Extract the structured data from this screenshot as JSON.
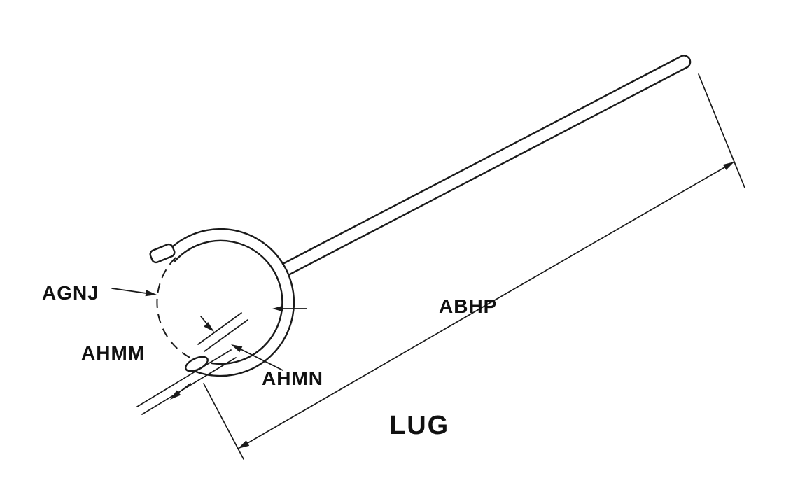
{
  "diagram": {
    "labels": {
      "agnj": "AGNJ",
      "ahmm": "AHMM",
      "ahmn": "AHMN",
      "abhp": "ABHP",
      "lug": "LUG"
    },
    "colors": {
      "line": "#1a1a1a",
      "background": "#ffffff"
    }
  }
}
